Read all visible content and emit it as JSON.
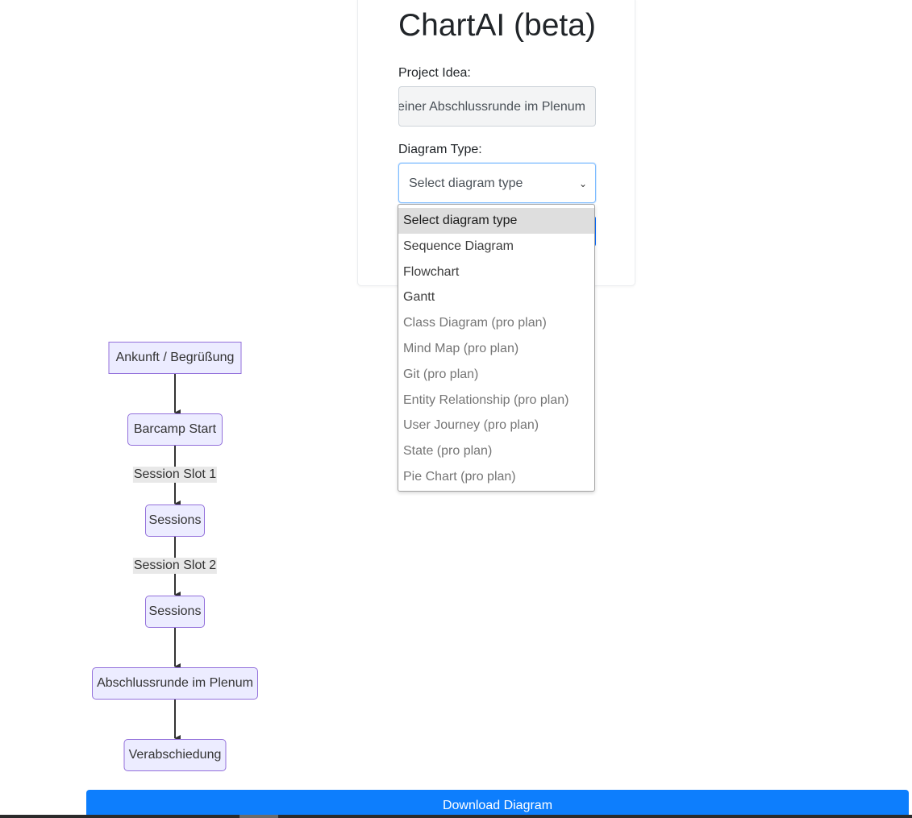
{
  "app": {
    "title": "ChartAI (beta)"
  },
  "form": {
    "project_label": "Project Idea:",
    "project_value": "einer Abschlussrunde im Plenum",
    "diagram_type_label": "Diagram Type:",
    "diagram_type_selected": "Select diagram type",
    "options": [
      "Select diagram type",
      "Sequence Diagram",
      "Flowchart",
      "Gantt",
      "Class Diagram (pro plan)",
      "Mind Map (pro plan)",
      "Git (pro plan)",
      "Entity Relationship (pro plan)",
      "User Journey (pro plan)",
      "State (pro plan)",
      "Pie Chart (pro plan)"
    ]
  },
  "flowchart": {
    "nodes": [
      "Ankunft / Begrüßung",
      "Barcamp Start",
      "Sessions",
      "Sessions",
      "Abschlussrunde im Plenum",
      "Verabschiedung"
    ],
    "edge_labels": [
      "Session Slot 1",
      "Session Slot 2"
    ]
  },
  "actions": {
    "download_label": "Download Diagram"
  },
  "colors": {
    "primary": "#0d7efd",
    "node_fill": "#ececff",
    "node_border": "#9370db"
  }
}
